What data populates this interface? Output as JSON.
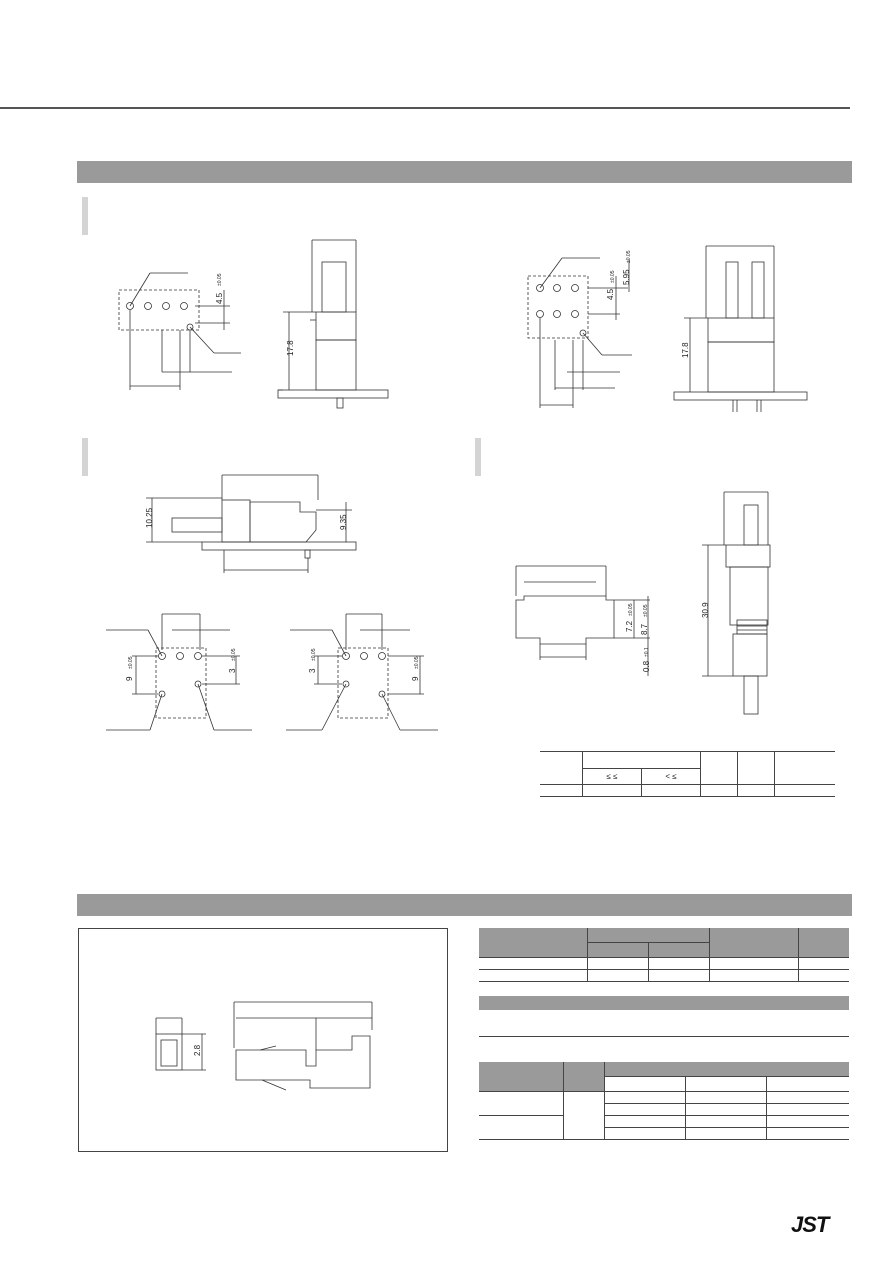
{
  "drawing": {
    "dims": {
      "pitch_top": "4.5",
      "tol": "±0.05",
      "pitch_top2": "4.5",
      "pitch_offset": "5.95",
      "height_a": "17.8",
      "height_b": "17.8",
      "side_h1": "10.25",
      "side_h2": "9.35",
      "pitch_9a": "9",
      "pitch_3a": "3",
      "pitch_3b": "3",
      "pitch_9b": "9",
      "w_72": "7.2",
      "w_87": "8.7",
      "w_08": "0.8",
      "tol_08": "±0.1",
      "h_309": "30.9",
      "t_28": "2.8"
    },
    "symbols": {
      "le_a": "≤ ≤",
      "le_b": "< ≤"
    }
  },
  "brand": {
    "logo": "JST"
  }
}
